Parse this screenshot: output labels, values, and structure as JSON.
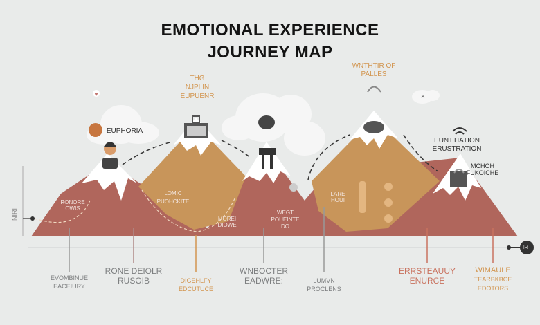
{
  "title": {
    "line1": "EMOTIONAL EXPERIENCE",
    "line2": "JOURNEY MAP"
  },
  "axis_label": "NIRI",
  "end_marker": "IR",
  "peaks": {
    "euphoria": "EUPHORIA",
    "peak2": [
      "THG",
      "NJPLIN",
      "EUPUENR"
    ],
    "peak4": [
      "WNTHTIR OF",
      "PALLES"
    ],
    "frustration": [
      "EUNTTIATION",
      "ERUSTRATION"
    ],
    "peak5": [
      "MCHOH",
      "FUKOICHE"
    ]
  },
  "inner_labels": {
    "a": [
      "RONORE",
      "OWIS"
    ],
    "b": [
      "LOMIC",
      "PUOHCKITE"
    ],
    "c": [
      "MOREI",
      "DIOWE"
    ],
    "d": [
      "WEGT",
      "POUEINTE",
      "DO"
    ],
    "e": [
      "LARE",
      "HOUI"
    ]
  },
  "stages": [
    {
      "lines": [
        "EVOMBINUE",
        "EACEIURY"
      ],
      "color": "gray"
    },
    {
      "lines": [
        "RONE DEIOLR",
        "RUSOIB"
      ],
      "color": "gray"
    },
    {
      "lines": [
        "DIGEHLFY",
        "EDCUTUCE"
      ],
      "color": "orange"
    },
    {
      "lines": [
        "WNBOCTER",
        "EADWRE:"
      ],
      "color": "gray"
    },
    {
      "lines": [
        "LUMVN",
        "PROCLENS"
      ],
      "color": "gray"
    },
    {
      "lines": [
        "ERRSTEAUUY",
        "ENURCE"
      ],
      "color": "red"
    },
    {
      "lines": [
        "WIMAULE",
        "TEARBKBCE",
        "EDOTORS"
      ],
      "color": "orange"
    }
  ],
  "colors": {
    "background": "#e9ebea",
    "mountain_red": "#b0665c",
    "mountain_tan": "#c8955a",
    "snow": "#ffffff",
    "line": "#8a8c8d"
  }
}
